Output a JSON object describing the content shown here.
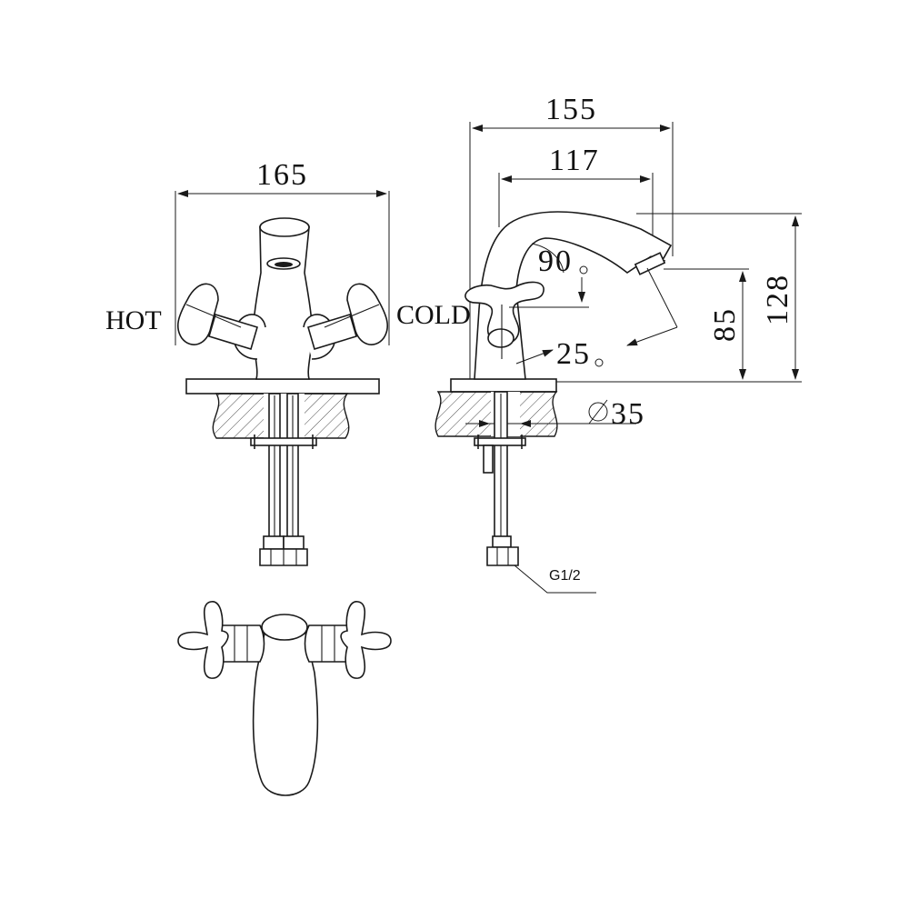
{
  "labels": {
    "hot": "HOT",
    "cold": "COLD"
  },
  "dimensions": {
    "front_width": "165",
    "side_overall": "155",
    "side_reach": "117",
    "angle_top": "90",
    "angle_bottom": "25",
    "spout_height": "85",
    "total_height": "128",
    "hole_diameter": "35",
    "thread": "G1/2"
  }
}
